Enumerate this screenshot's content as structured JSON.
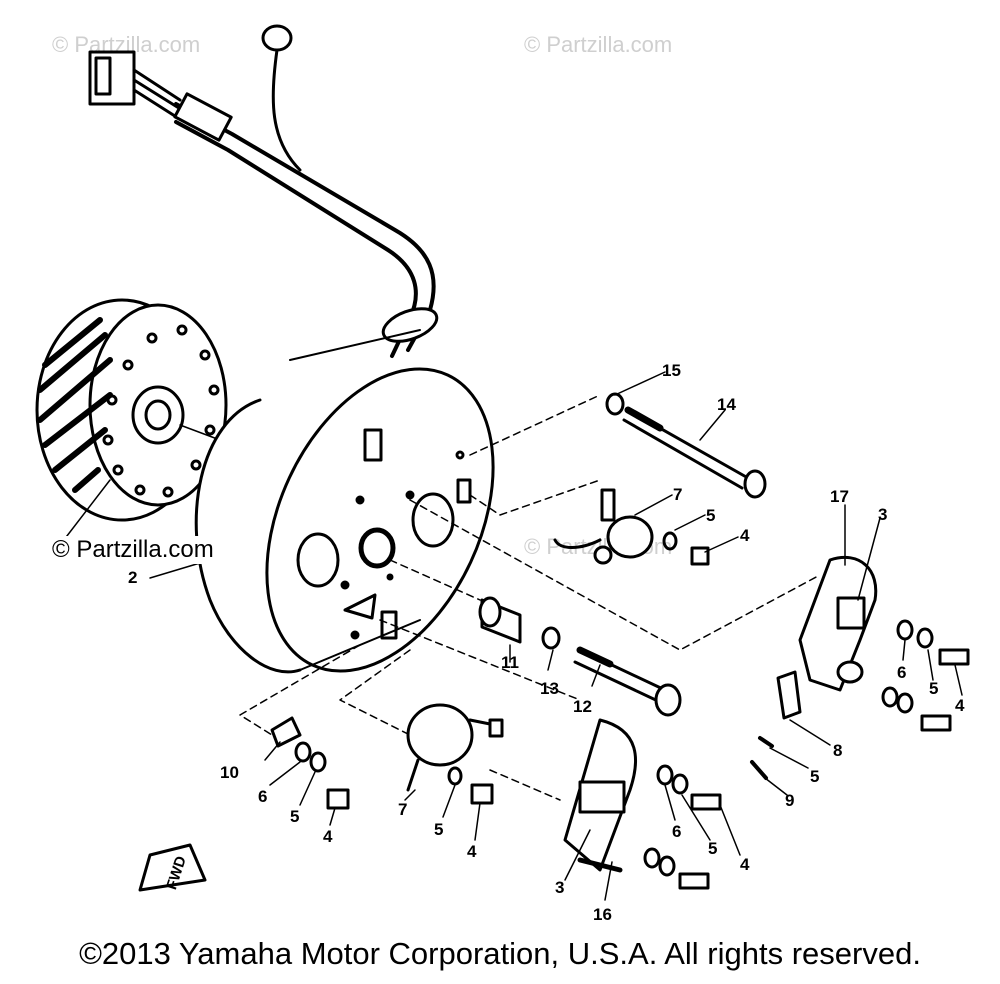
{
  "watermarks": {
    "top_left": "© Partzilla.com",
    "top_center": "© Partzilla.com",
    "middle_left": "© Partzilla.com",
    "middle_center": "© Partzilla.com"
  },
  "copyright": "©2013 Yamaha Motor Corporation, U.S.A. All rights reserved.",
  "fwd_label": "FWD",
  "callouts": [
    "15",
    "14",
    "7",
    "5",
    "4",
    "17",
    "3",
    "2",
    "11",
    "13",
    "12",
    "6",
    "5",
    "4",
    "8",
    "5",
    "9",
    "10",
    "6",
    "5",
    "4",
    "7",
    "5",
    "4",
    "3",
    "16",
    "6",
    "5",
    "4"
  ]
}
